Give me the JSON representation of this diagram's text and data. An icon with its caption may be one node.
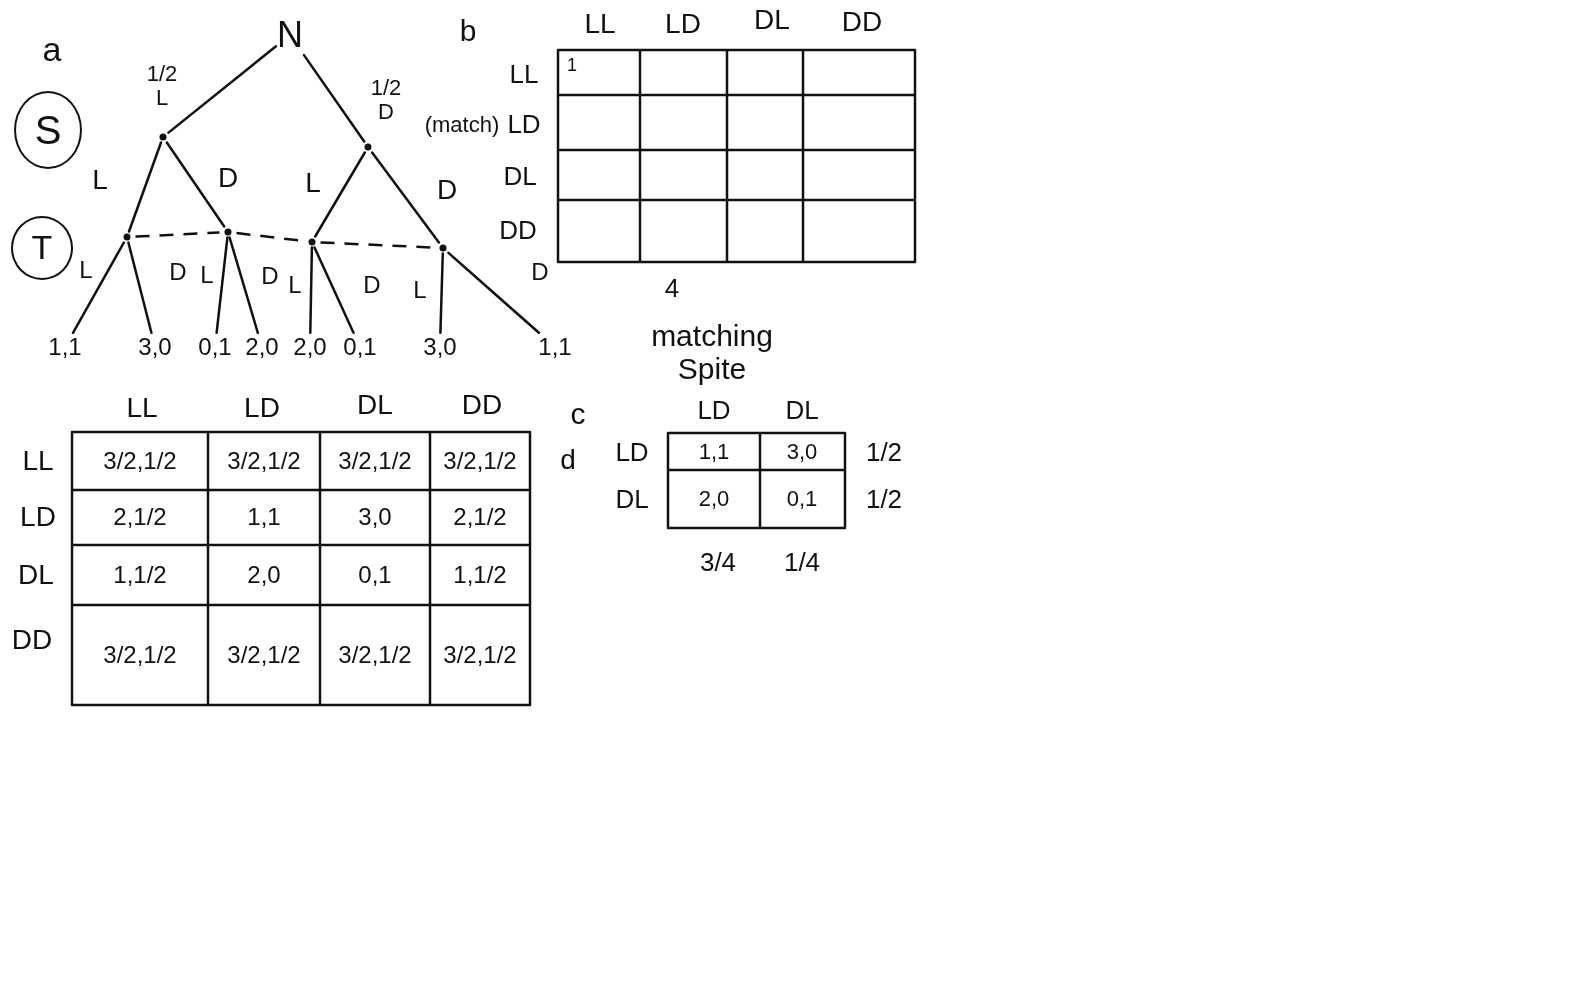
{
  "diagram": {
    "nodes": [
      {
        "text": [
          "N"
        ]
      },
      {
        "text": [
          "S"
        ]
      },
      {
        "text": [],
        "shape": "dot"
      },
      {
        "text": [],
        "shape": "dot"
      },
      {
        "text": [
          "T"
        ]
      },
      {
        "text": [],
        "shape": "dot"
      },
      {
        "text": [],
        "shape": "dot"
      },
      {
        "text": [],
        "shape": "dot"
      },
      {
        "text": [],
        "shape": "dot"
      },
      {
        "text": [
          "1,1"
        ]
      },
      {
        "text": [
          "3,0"
        ]
      },
      {
        "text": [
          "0,1"
        ]
      },
      {
        "text": [
          "2,0"
        ]
      },
      {
        "text": [
          "2,0"
        ]
      },
      {
        "text": [
          "0,1"
        ]
      },
      {
        "text": [
          "3,0"
        ]
      },
      {
        "text": [
          "1,1"
        ]
      }
    ],
    "edges": [
      {
        "from": 0,
        "to": 2,
        "arrow": "none",
        "label": "1/2 L"
      },
      {
        "from": 0,
        "to": 3,
        "arrow": "none",
        "label": "1/2 D"
      },
      {
        "from": 2,
        "to": 5,
        "arrow": "none",
        "label": "L"
      },
      {
        "from": 2,
        "to": 6,
        "arrow": "none",
        "label": "D"
      },
      {
        "from": 3,
        "to": 7,
        "arrow": "none",
        "label": "L"
      },
      {
        "from": 3,
        "to": 8,
        "arrow": "none",
        "label": "D"
      },
      {
        "from": 5,
        "to": 6,
        "arrow": "none",
        "style": "dashed"
      },
      {
        "from": 6,
        "to": 7,
        "arrow": "none",
        "style": "dashed"
      },
      {
        "from": 7,
        "to": 8,
        "arrow": "none",
        "style": "dashed"
      },
      {
        "from": 5,
        "to": 9,
        "arrow": "none",
        "label": "L"
      },
      {
        "from": 5,
        "to": 10,
        "arrow": "none",
        "label": "D"
      },
      {
        "from": 6,
        "to": 11,
        "arrow": "none",
        "label": "L"
      },
      {
        "from": 6,
        "to": 12,
        "arrow": "none",
        "label": "D"
      },
      {
        "from": 7,
        "to": 13,
        "arrow": "none",
        "label": "L"
      },
      {
        "from": 7,
        "to": 14,
        "arrow": "none",
        "label": "D"
      },
      {
        "from": 8,
        "to": 15,
        "arrow": "none",
        "label": "L"
      },
      {
        "from": 8,
        "to": 16,
        "arrow": "none",
        "label": "D"
      }
    ],
    "labels": [
      "a",
      "b",
      "LL",
      "LD",
      "DL",
      "DD",
      "LL",
      "1",
      "(match)",
      "LD",
      "DL",
      "DD",
      "4",
      "matching Spite",
      "LL",
      "LD",
      "DL",
      "DD",
      "LL",
      "3/2,1/2",
      "3/2,1/2",
      "3/2,1/2",
      "3/2,1/2",
      "LD",
      "2,1/2",
      "1,1",
      "3,0",
      "2,1/2",
      "DL",
      "1,1/2",
      "2,0",
      "0,1",
      "1,1/2",
      "DD",
      "3/2,1/2",
      "3/2,1/2",
      "3/2,1/2",
      "3/2,1/2",
      "c",
      "LD",
      "DL",
      "d",
      "LD",
      "1,1",
      "3,0",
      "1/2",
      "DL",
      "2,0",
      "0,1",
      "1/2",
      "3/4",
      "1/4"
    ]
  }
}
